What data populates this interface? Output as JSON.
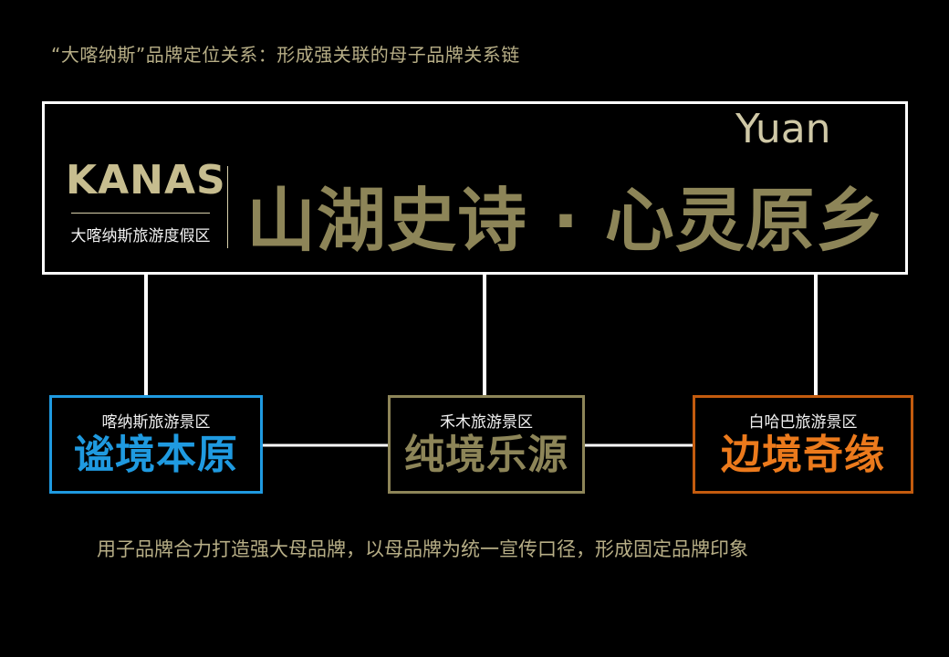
{
  "header": {
    "title": "“大喀纳斯”品牌定位关系：形成强关联的母子品牌关系链"
  },
  "brand": {
    "logo_text": "KANAS",
    "logo_subtitle": "大喀纳斯旅游度假区",
    "slogan": "山湖史诗 · 心灵原乡",
    "overlay_text": "Yuan"
  },
  "sub_brands": [
    {
      "label": "喀纳斯旅游景区",
      "title": "谧境本原"
    },
    {
      "label": "禾木旅游景区",
      "title": "纯境乐源"
    },
    {
      "label": "白哈巴旅游景区",
      "title": "边境奇缘"
    }
  ],
  "footer": {
    "text": "用子品牌合力打造强大母品牌，以母品牌为统一宣传口径，形成固定品牌印象"
  },
  "colors": {
    "background": "#000000",
    "gold": "#8d8558",
    "light_gold": "#b7ae86",
    "blue": "#1f9ae0",
    "orange": "#ec7a1c",
    "orange_border": "#c35b0e",
    "white": "#ffffff"
  }
}
